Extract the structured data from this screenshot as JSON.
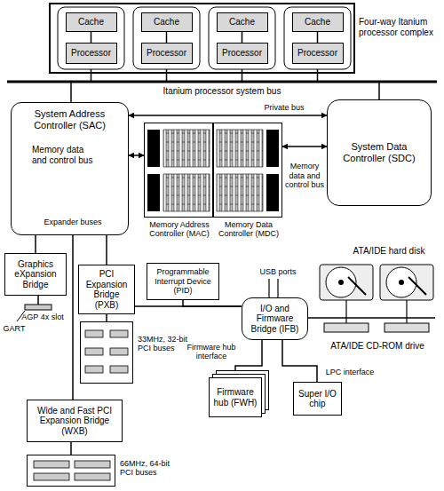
{
  "diagram": {
    "nodes": [
      {
        "text": [
          "Four-way Itanium processor complex"
        ]
      },
      {
        "text": [
          "Cache"
        ],
        "in": 0
      },
      {
        "text": [
          "Processor"
        ],
        "in": 0
      },
      {
        "text": [
          "Cache"
        ],
        "in": 0
      },
      {
        "text": [
          "Processor"
        ],
        "in": 0
      },
      {
        "text": [
          "Cache"
        ],
        "in": 0
      },
      {
        "text": [
          "Processor"
        ],
        "in": 0
      },
      {
        "text": [
          "Cache"
        ],
        "in": 0
      },
      {
        "text": [
          "Processor"
        ],
        "in": 0
      },
      {
        "text": [
          "System Address Controller (SAC)",
          "Memory data and control bus"
        ]
      },
      {
        "text": [
          "Memory Address Controller (MAC)"
        ]
      },
      {
        "text": [
          "Memory Data Controller (MDC)"
        ]
      },
      {
        "text": [
          "System Data Controller (SDC)"
        ]
      },
      {
        "text": [
          "Graphics eXpansion Bridge"
        ]
      },
      {
        "text": [
          "PCI Expansion Bridge (PXB)"
        ]
      },
      {
        "text": [
          "Programmable Interrupt Device (PID)"
        ]
      },
      {
        "text": [
          "I/O and Firmware Bridge (IFB)"
        ]
      },
      {
        "text": [
          "33MHz, 32-bit PCI buses"
        ]
      },
      {
        "text": [
          "Firmware hub (FWH)"
        ]
      },
      {
        "text": [
          "Super I/O chip"
        ]
      },
      {
        "text": [
          "Wide and Fast PCI Expansion Bridge (WXB)"
        ]
      },
      {
        "text": [
          "66MHz, 64-bit PCI buses"
        ]
      }
    ],
    "edges": [
      {
        "from": 1,
        "to": 2,
        "arrow": "none"
      },
      {
        "from": 3,
        "to": 4,
        "arrow": "none"
      },
      {
        "from": 5,
        "to": 6,
        "arrow": "none"
      },
      {
        "from": 7,
        "to": 8,
        "arrow": "none"
      },
      {
        "from": 9,
        "to": 12,
        "label": "Private bus",
        "arrow": "both"
      },
      {
        "from": 9,
        "to": 10,
        "arrow": "both"
      },
      {
        "from": 11,
        "to": 12,
        "label": "Memory data and control bus",
        "arrow": "both"
      },
      {
        "from": 9,
        "to": 13,
        "arrow": "none"
      },
      {
        "from": 9,
        "to": 14,
        "arrow": "none"
      },
      {
        "from": 9,
        "to": 20,
        "arrow": "none"
      },
      {
        "from": 14,
        "to": 16,
        "arrow": "none"
      },
      {
        "from": 15,
        "to": 16,
        "arrow": "none"
      },
      {
        "from": 14,
        "to": 17,
        "arrow": "none"
      },
      {
        "from": 16,
        "to": 18,
        "label": "Firmware hub interface",
        "arrow": "none"
      },
      {
        "from": 16,
        "to": 19,
        "label": "LPC interface",
        "arrow": "none"
      },
      {
        "from": 20,
        "to": 21,
        "arrow": "none"
      }
    ],
    "labels": [
      "Itanium processor system bus",
      "Expander buses",
      "AGP 4x slot",
      "GART",
      "USB ports",
      "ATA/IDE hard disk",
      "ATA/IDE CD-ROM drive"
    ]
  }
}
